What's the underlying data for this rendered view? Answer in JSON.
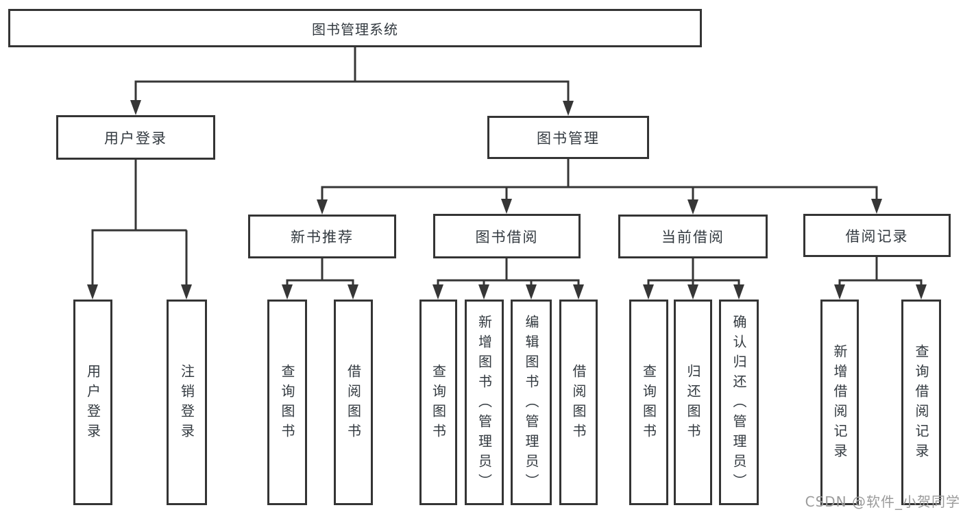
{
  "diagram_title": "图书管理系统",
  "tree": {
    "label": "图书管理系统",
    "children": [
      {
        "label": "用户登录",
        "children": [
          {
            "label": "用户登录"
          },
          {
            "label": "注销登录"
          }
        ]
      },
      {
        "label": "图书管理",
        "children": [
          {
            "label": "新书推荐",
            "children": [
              {
                "label": "查询图书"
              },
              {
                "label": "借阅图书"
              }
            ]
          },
          {
            "label": "图书借阅",
            "children": [
              {
                "label": "查询图书"
              },
              {
                "label": "新增图书（管理员）"
              },
              {
                "label": "编辑图书（管理员）"
              },
              {
                "label": "借阅图书"
              }
            ]
          },
          {
            "label": "当前借阅",
            "children": [
              {
                "label": "查询图书"
              },
              {
                "label": "归还图书"
              },
              {
                "label": "确认归还（管理员）"
              }
            ]
          },
          {
            "label": "借阅记录",
            "children": [
              {
                "label": "新增借阅记录"
              },
              {
                "label": "查询借阅记录"
              }
            ]
          }
        ]
      }
    ]
  },
  "watermark": {
    "text": "CSDN @软件_小贺同学"
  },
  "colors": {
    "line": "#363636",
    "box_border": "#343434",
    "text": "#333a40",
    "watermark": "#9b9b9b",
    "background": "#ffffff"
  }
}
